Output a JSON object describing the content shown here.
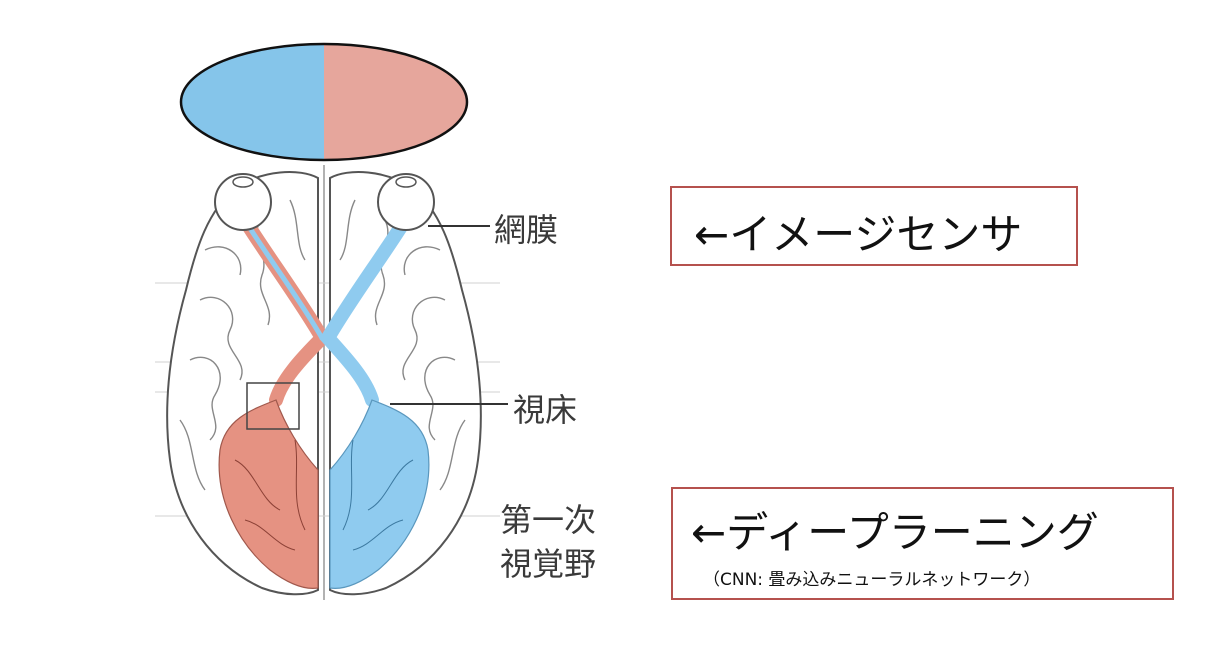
{
  "labels": {
    "retina": "網膜",
    "thalamus": "視床",
    "v1_line1": "第一次",
    "v1_line2": "視覚野"
  },
  "boxes": {
    "sensor": "←イメージセンサ",
    "deep_learning": "←ディープラーニング",
    "deep_learning_sub": "（CNN: 畳み込みニューラルネットワーク）"
  },
  "colors": {
    "left_field": "#85c5ea",
    "right_field": "#e6a69c",
    "left_pathway": "#e59282",
    "right_pathway": "#8fcbef",
    "box_border": "#b5514e"
  }
}
